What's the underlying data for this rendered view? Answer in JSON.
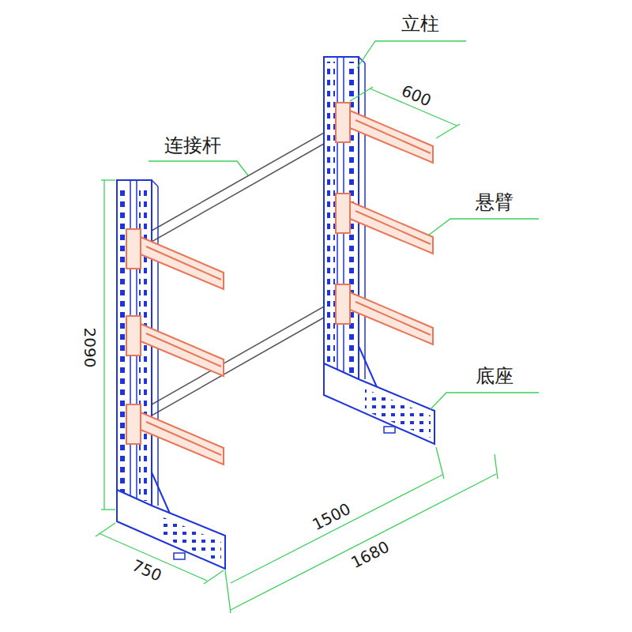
{
  "diagram": {
    "labels": [
      "立柱",
      "连接杆",
      "悬臂",
      "底座",
      "600",
      "2090",
      "1500",
      "1680",
      "750"
    ]
  }
}
